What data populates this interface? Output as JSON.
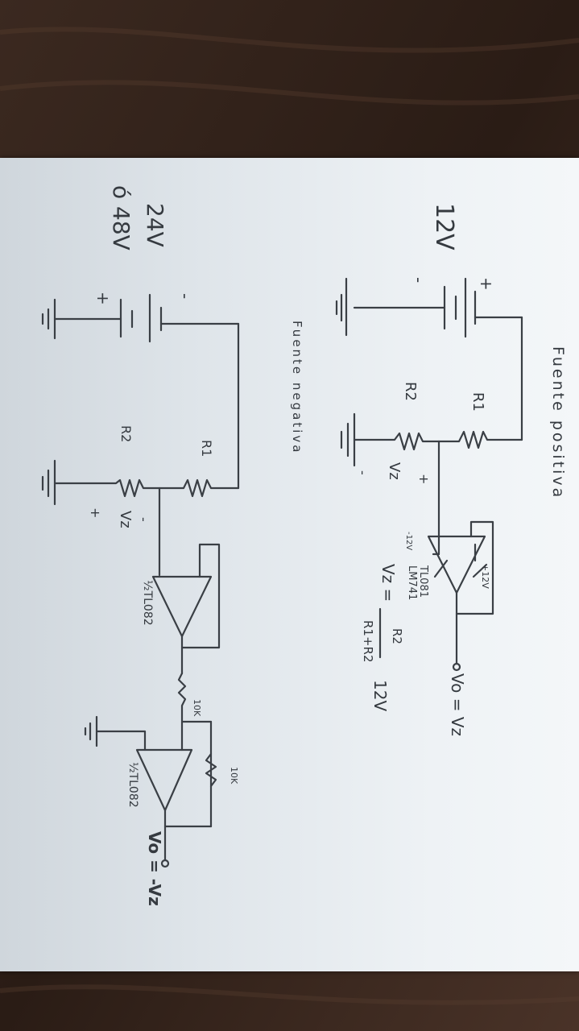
{
  "colors": {
    "wood_dark": "#2a1c15",
    "wood_light": "#5a3f30",
    "paper": "#e8edf1",
    "ink": "#3a3f45"
  },
  "positive": {
    "title": "Fuente positiva",
    "supply_voltage": "12V",
    "plus": "+",
    "minus": "-",
    "r1": "R1",
    "r2": "R2",
    "vz": "Vz",
    "vz_plus": "+",
    "vz_minus": "-",
    "opamp_supply_pos": "+12V",
    "opamp_supply_neg": "-12V",
    "opamp_name1": "TL081",
    "opamp_name2": "LM741",
    "out_label": "Vo = Vz",
    "formula_lhs": "Vz =",
    "formula_num": "R2",
    "formula_den": "R1+R2",
    "formula_factor": "12V"
  },
  "negative": {
    "title": "Fuente negativa",
    "supply_voltage_1": "24V",
    "supply_voltage_2": "ó 48V",
    "plus": "+",
    "minus": "-",
    "r1": "R1",
    "r2": "R2",
    "vz": "Vz",
    "vz_plus": "+",
    "vz_minus": "-",
    "opamp1_name": "½TL082",
    "res_10k_a": "10K",
    "res_10k_b": "10K",
    "opamp2_name": "½TL082",
    "out_label": "Vo = -Vz"
  }
}
